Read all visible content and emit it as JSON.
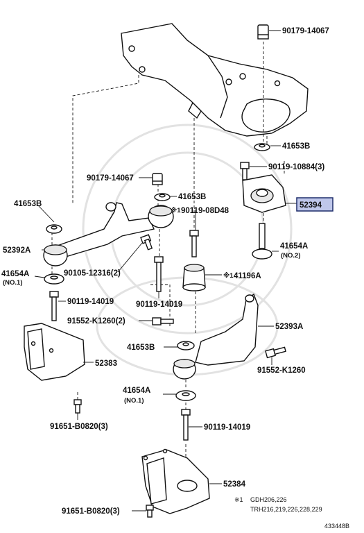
{
  "callouts": {
    "c1": "90179-14067",
    "c2": "41653B",
    "c3": "90119-10884(3)",
    "c4": "90179-14067",
    "c5": "41653B",
    "c6": "52394",
    "c7": "41653B",
    "c8": "※1",
    "c9": "90119-08D48",
    "c10": "52392A",
    "c11": "90105-12316(2)",
    "c12": "41654A",
    "c13": "(NO.2)",
    "c14": "41654A",
    "c15": "(NO.1)",
    "c16": "※1",
    "c17": "41196A",
    "c18": "90119-14019",
    "c19": "90119-14019",
    "c20": "91552-K1260(2)",
    "c21": "52393A",
    "c22": "41653B",
    "c23": "52383",
    "c24": "91552-K1260",
    "c25": "41654A",
    "c26": "(NO.1)",
    "c27": "91651-B0820(3)",
    "c28": "90119-14019",
    "c29": "52384",
    "c30": "91651-B0820(3)"
  },
  "footnote": {
    "mark": "※1",
    "line1": "GDH206,226",
    "line2": "TRH216,219,226,228,229"
  },
  "figure_id": "433448B",
  "highlight": {
    "part": "52394",
    "fill_color": "#bfc7ea",
    "border_color": "#1f2d6b"
  }
}
